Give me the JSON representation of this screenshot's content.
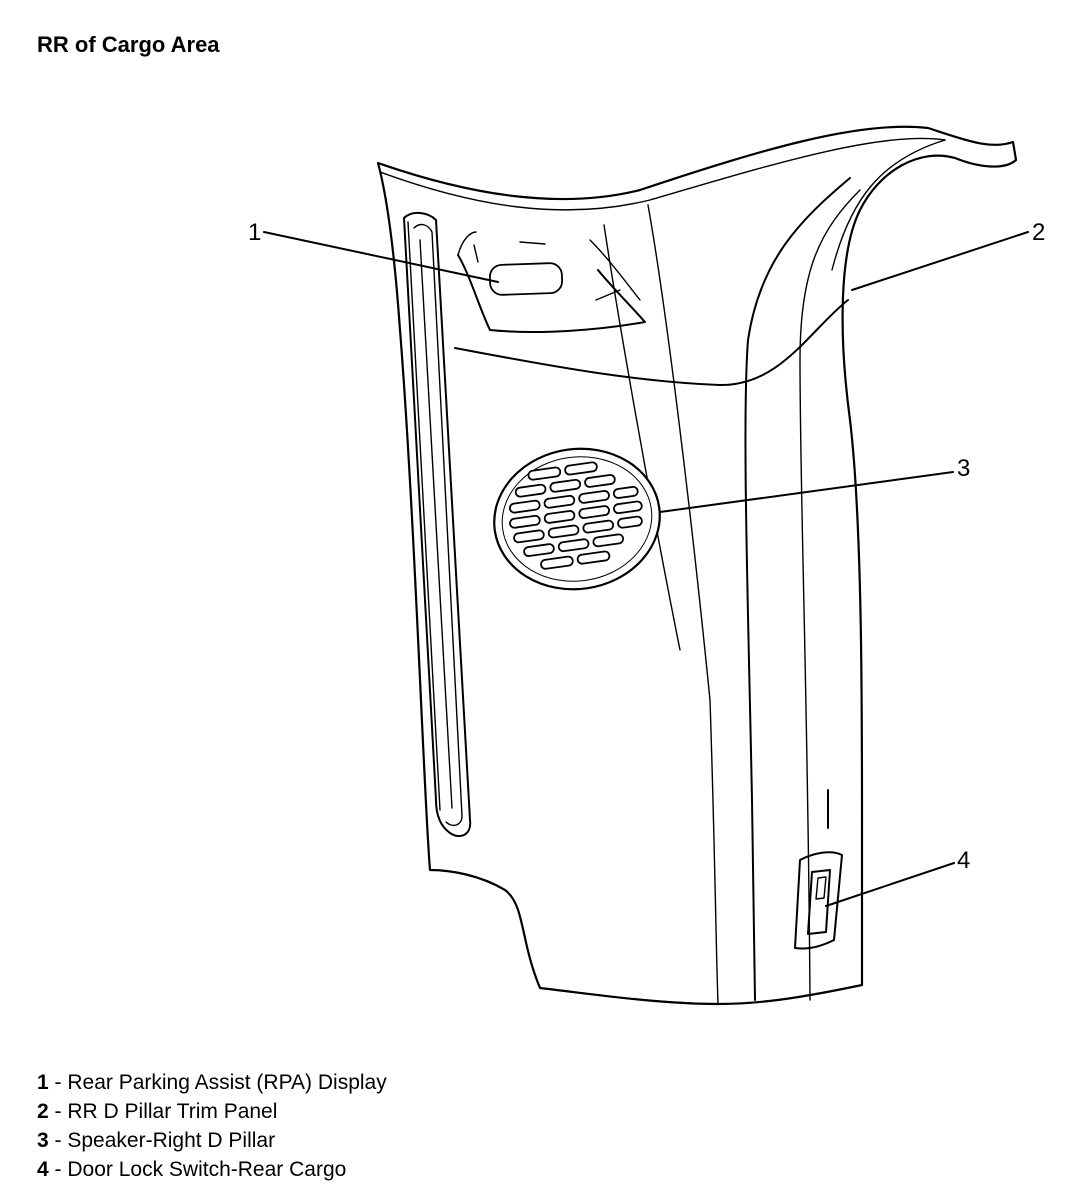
{
  "title": "RR of Cargo Area",
  "callouts": [
    {
      "num": "1"
    },
    {
      "num": "2"
    },
    {
      "num": "3"
    },
    {
      "num": "4"
    }
  ],
  "legend": [
    {
      "num": "1",
      "sep": " - ",
      "text": "Rear Parking Assist (RPA) Display"
    },
    {
      "num": "2",
      "sep": " - ",
      "text": "RR D Pillar Trim Panel"
    },
    {
      "num": "3",
      "sep": " - ",
      "text": "Speaker-Right D Pillar"
    },
    {
      "num": "4",
      "sep": " - ",
      "text": "Door Lock Switch-Rear Cargo"
    }
  ]
}
